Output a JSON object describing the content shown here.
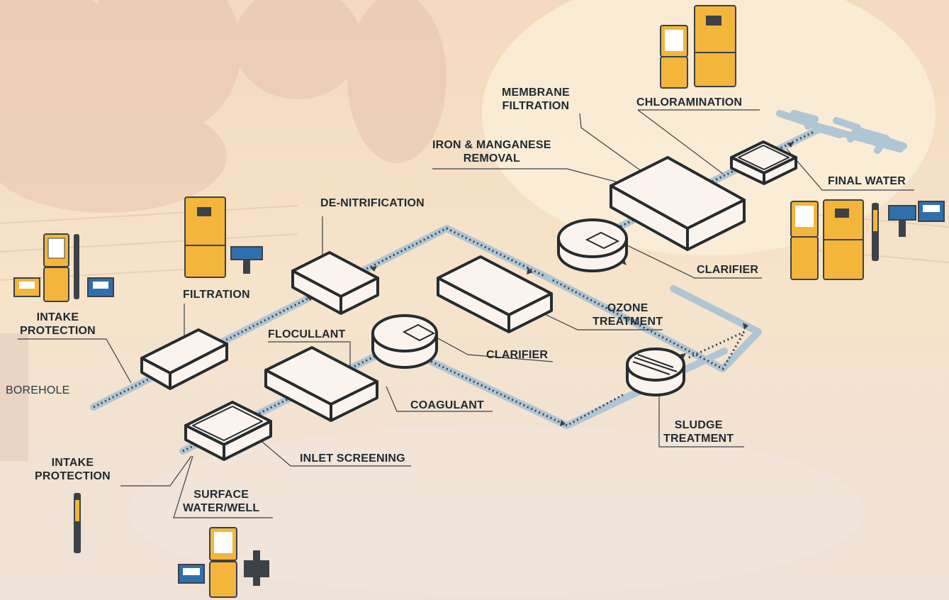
{
  "colors": {
    "outline": "#262b2e",
    "pipe": "#a9c2d6",
    "flow_dots": "#3a4046",
    "instrument_orange": "#f3b63a",
    "instrument_frame": "#3c4148",
    "screen_blue": "#2f6fae"
  },
  "labels": {
    "intake_protection_top": [
      "INTAKE",
      "PROTECTION"
    ],
    "borehole": "BOREHOLE",
    "filtration": "FILTRATION",
    "de_nitrification": "DE-NITRIFICATION",
    "flocullant": "FLOCULLANT",
    "clarifier_lower": "CLARIFIER",
    "coagulant": "COAGULANT",
    "ozone_treatment": [
      "OZONE",
      "TREATMENT"
    ],
    "inlet_screening": "INLET SCREENING",
    "intake_protection_bottom": [
      "INTAKE",
      "PROTECTION"
    ],
    "surface_water_well": [
      "SURFACE",
      "WATER/WELL"
    ],
    "sludge_treatment": [
      "SLUDGE",
      "TREATMENT"
    ],
    "clarifier_upper": "CLARIFIER",
    "iron_manganese_removal": [
      "IRON & MANGANESE",
      "REMOVAL"
    ],
    "membrane_filtration": [
      "MEMBRANE",
      "FILTRATION"
    ],
    "chloramination": "CHLORAMINATION",
    "final_water": "FINAL WATER"
  },
  "icons": [
    "orange-analyser-cabinet-icon",
    "handheld-meter-icon",
    "controller-display-icon",
    "probe-sensor-icon",
    "flow-cell-icon"
  ]
}
